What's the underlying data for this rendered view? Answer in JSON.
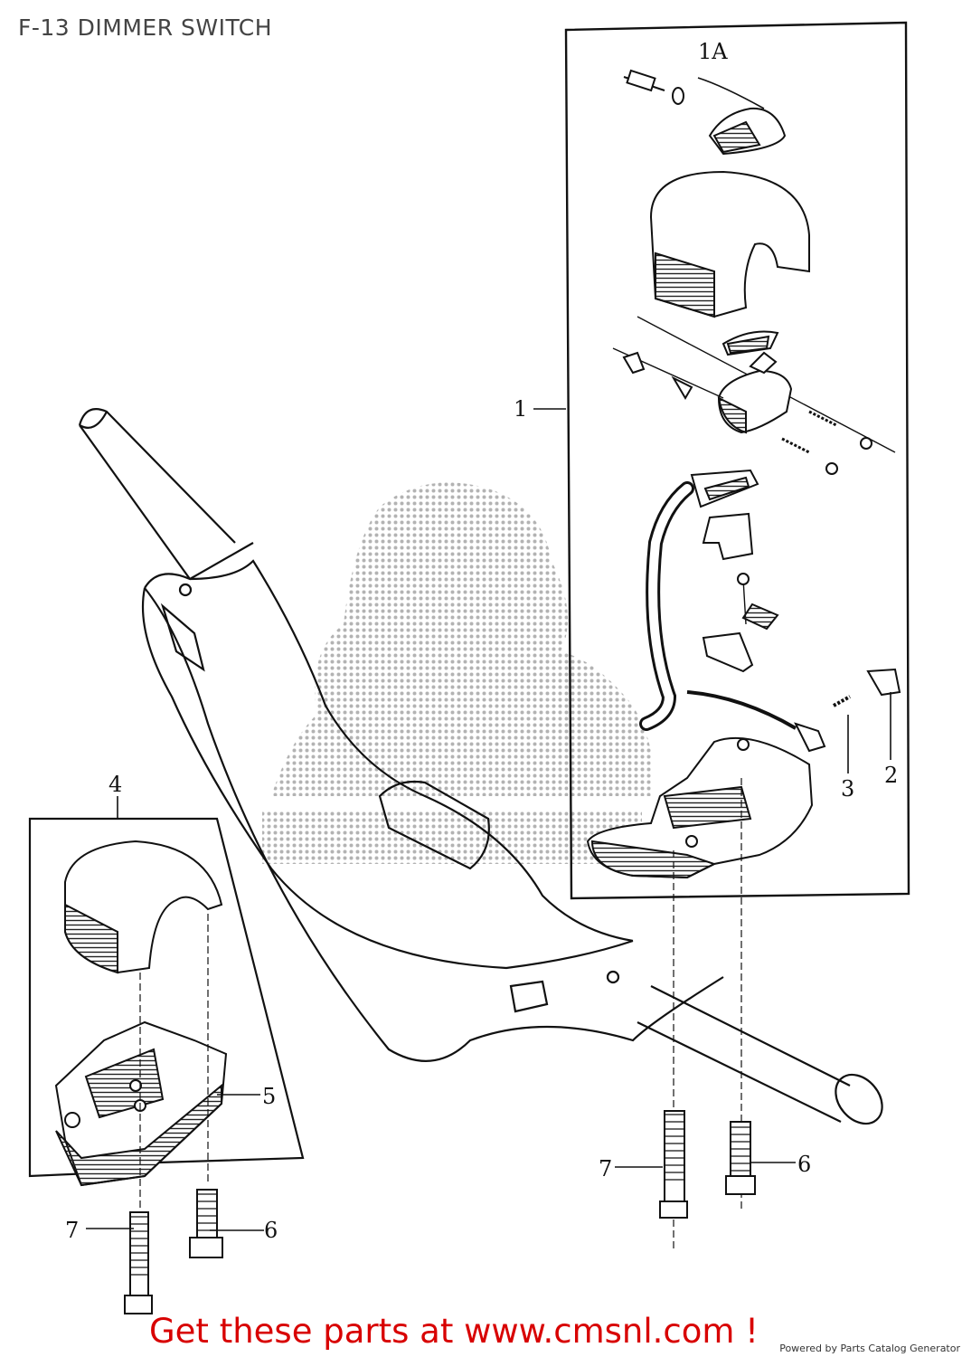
{
  "header": {
    "title": "F-13 DIMMER SWITCH"
  },
  "callouts": {
    "c1A": "1A",
    "c1": "1",
    "c2": "2",
    "c3": "3",
    "c4": "4",
    "c5": "5",
    "c6a": "6",
    "c7a": "7",
    "c6b": "6",
    "c7b": "7"
  },
  "footer": {
    "cta": "Get these parts at www.cmsnl.com !",
    "credit": "Powered by Parts Catalog Generator"
  },
  "colors": {
    "cta": "#d80000",
    "line": "#111111",
    "watermark": "#b0b0b0"
  }
}
